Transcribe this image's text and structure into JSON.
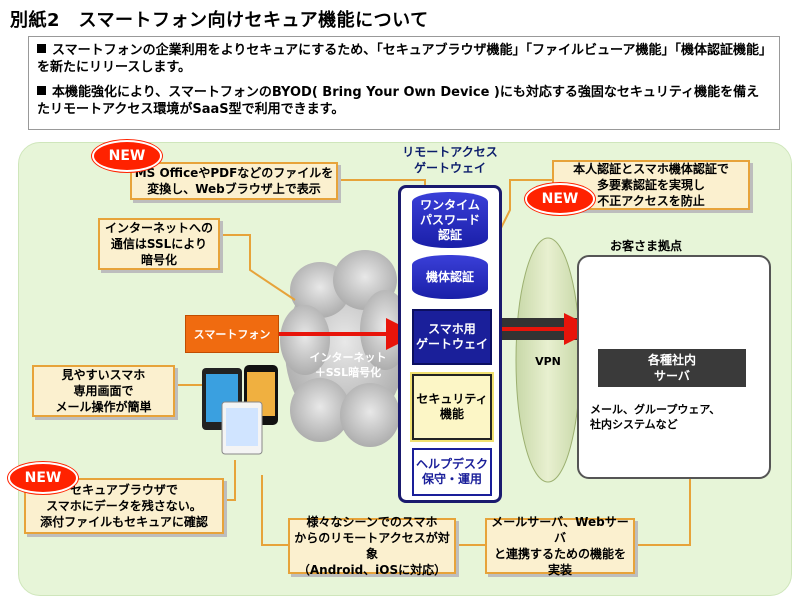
{
  "title": "別紙2　スマートフォン向けセキュア機能について",
  "bullets": [
    "スマートフォンの企業利用をよりセキュアにするため、「セキュアブラウザ機能」「ファイルビューア機能」「機体認証機能」を新たにリリースします。",
    "本機能強化により、スマートフォンのBYOD( Bring Your Own Device )にも対応する強固なセキュリティ機能を備えたリモートアクセス環境がSaaS型で利用できます。"
  ],
  "new_badge": "NEW",
  "callouts": {
    "file_viewer": [
      "MS OfficeやPDFなどのファイルを",
      "変換し、Webブラウザ上で表示"
    ],
    "ssl": [
      "インターネットへの",
      "通信はSSLにより",
      "暗号化"
    ],
    "auth": [
      "本人認証とスマホ機体認証で",
      "多要素認証を実現し",
      "不正アクセスを防止"
    ],
    "mail_ui": [
      "見やすいスマホ",
      "専用画面で",
      "メール操作が簡単"
    ],
    "secure_browser": [
      "セキュアブラウザで",
      "スマホにデータを残さない。",
      "添付ファイルもセキュアに確認"
    ],
    "scenes": [
      "様々なシーンでのスマホ",
      "からのリモートアクセスが対象",
      "（Android、iOSに対応）"
    ],
    "integration": [
      "メールサーバ、Webサーバ",
      "と連携するための機能を",
      "実装"
    ]
  },
  "gateway": {
    "title": [
      "リモートアクセス",
      "ゲートウェイ"
    ],
    "otp": [
      "ワンタイム",
      "パスワード",
      "認証"
    ],
    "device_auth": "機体認証",
    "phone_gw": [
      "スマホ用",
      "ゲートウェイ"
    ],
    "security": [
      "セキュリティ",
      "機能"
    ],
    "helpdesk": [
      "ヘルプデスク",
      "保守・運用"
    ]
  },
  "smartphone_label": "スマートフォン",
  "cloud_label": [
    "インターネット",
    "＋SSL暗号化"
  ],
  "vpn_label": "VPN",
  "customer": {
    "title": "お客さま拠点",
    "servers": [
      "各種社内",
      "サーバ"
    ],
    "desc": [
      "メール、グループウェア、",
      "社内システムなど"
    ]
  },
  "colors": {
    "accent_red": "#ff2200",
    "callout_fill": "#fbf0cf",
    "callout_border": "#e7a33a",
    "gateway_blue": "#1a1fa8",
    "smartphone_orange": "#f06b10",
    "background_green": "#e7f5d8"
  }
}
